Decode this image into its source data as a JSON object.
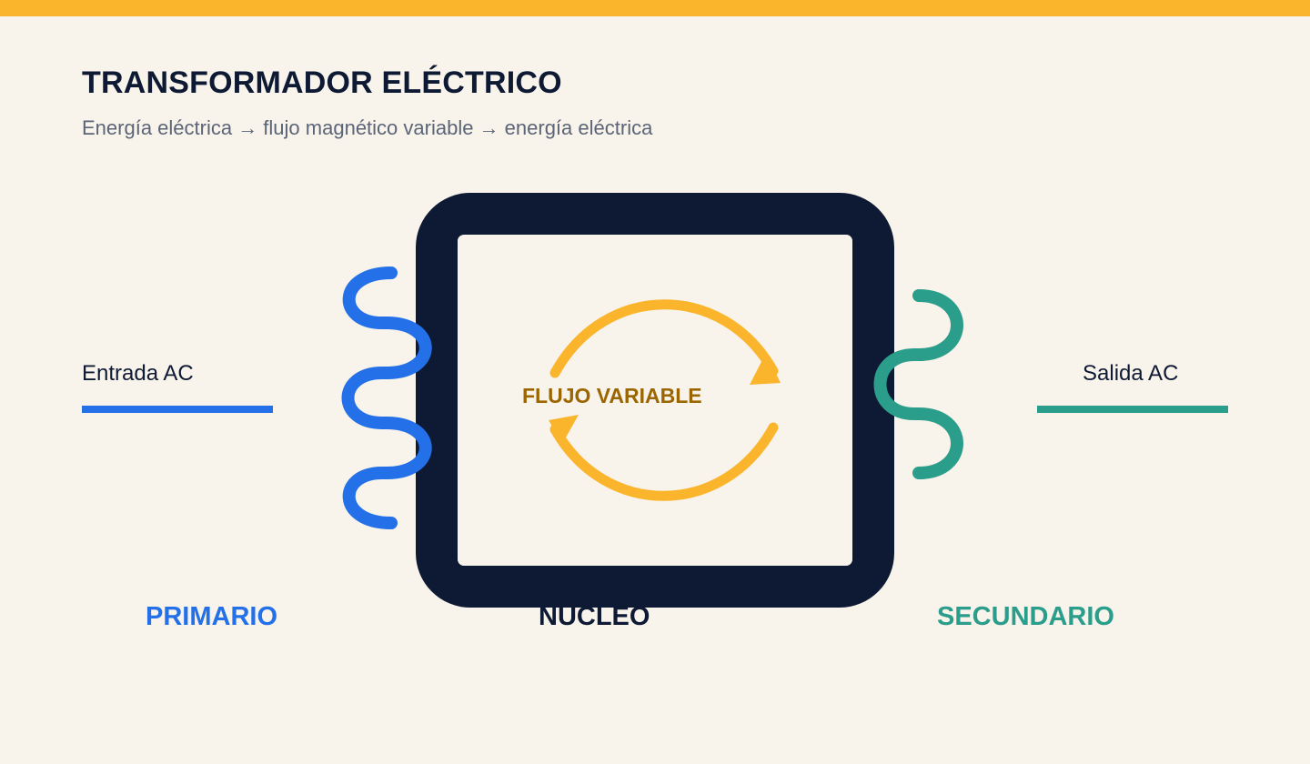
{
  "header": {
    "title": "TRANSFORMADOR ELÉCTRICO",
    "subtitle": "Energía eléctrica → flujo magnético variable → energía eléctrica"
  },
  "labels": {
    "input": "Entrada AC",
    "output": "Salida AC",
    "flux": "FLUJO VARIABLE",
    "primary": "PRIMARIO",
    "core": "NÚCLEO",
    "secondary": "SECUNDARIO"
  },
  "colors": {
    "accent": "#fbb52d",
    "background": "#f8f3eb",
    "core": "#0e1a33",
    "primary": "#2370e8",
    "secondary": "#2b9d8b",
    "flux_text": "#9b6500",
    "subtitle": "#5b6577"
  }
}
